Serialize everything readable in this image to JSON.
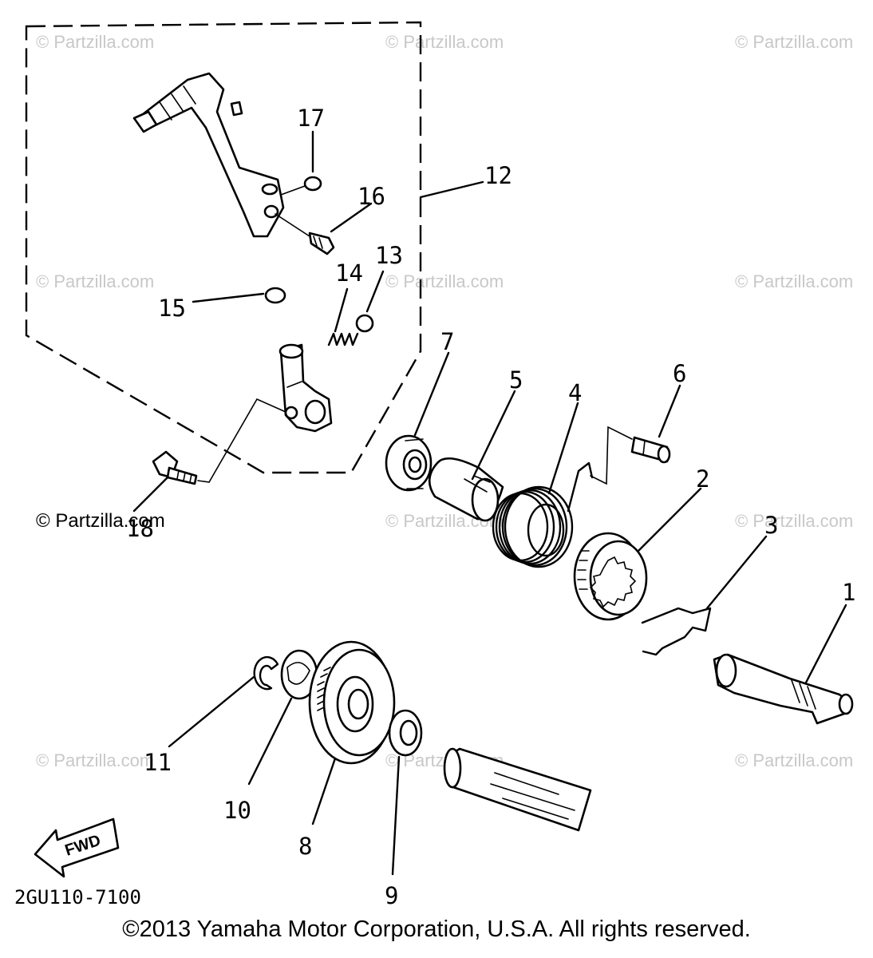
{
  "watermarks": [
    "© Partzilla.com",
    "© Partzilla.com",
    "© Partzilla.com",
    "© Partzilla.com",
    "© Partzilla.com",
    "© Partzilla.com",
    "© Partzilla.com",
    "© Partzilla.com",
    "© Partzilla.com",
    "© Partzilla.com",
    "© Partzilla.com",
    "© Partzilla.com"
  ],
  "callouts": [
    "1",
    "2",
    "3",
    "4",
    "5",
    "6",
    "7",
    "8",
    "9",
    "10",
    "11",
    "12",
    "13",
    "14",
    "15",
    "16",
    "17",
    "18"
  ],
  "fwd_label": "FWD",
  "diagram_code": "2GU110-7100",
  "copyright": "©2013  Yamaha Motor Corporation, U.S.A. All rights reserved."
}
